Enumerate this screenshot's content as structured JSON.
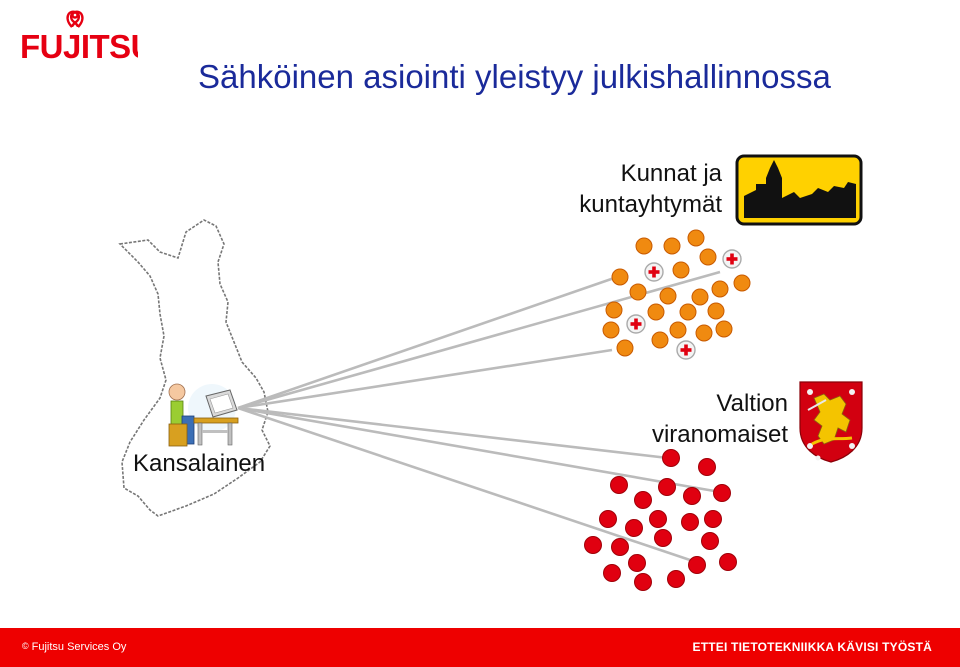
{
  "brand": {
    "logo_text": "FUJITSU",
    "color": "#e60012"
  },
  "slide": {
    "title": "Sähköinen asiointi yleistyy julkishallinnossa"
  },
  "labels": {
    "municipalities_line1": "Kunnat ja",
    "municipalities_line2": "kuntayhtymät",
    "state_line1": "Valtion",
    "state_line2": "viranomaiset",
    "citizen": "Kansalainen"
  },
  "icons": {
    "municipality_sign": "town-skyline-sign-icon",
    "coat_of_arms": "finland-lion-coat-of-arms-icon",
    "citizen": "person-at-computer-icon",
    "health_nodes": "red-cross-icon",
    "map": "finland-map-outline"
  },
  "colors": {
    "title": "#1a2a9a",
    "municipality_node": "#f08a10",
    "state_node": "#e00010",
    "connector_line": "#bbbbbb",
    "footer_bg": "#ee0000"
  },
  "footer": {
    "copyright_symbol": "©",
    "left_text": "Fujitsu Services Oy",
    "right_text": "ETTEI TIETOTEKNIIKKA KÄVISI TYÖSTÄ"
  }
}
